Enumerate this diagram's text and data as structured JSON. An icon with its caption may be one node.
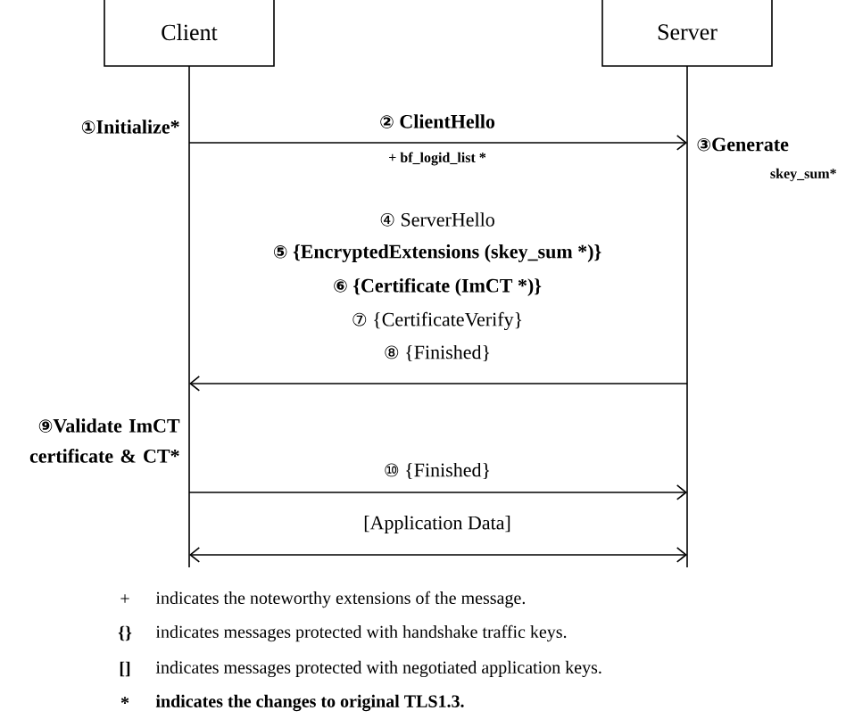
{
  "diagram": {
    "nodes": [
      {
        "text": [
          "Client"
        ]
      },
      {
        "text": [
          "Server"
        ]
      }
    ],
    "edges": [
      {
        "from": 0,
        "to": 1,
        "arrow": "to",
        "label": "② ClientHello"
      },
      {
        "from": 1,
        "to": 0,
        "arrow": "to"
      },
      {
        "from": 0,
        "to": 1,
        "arrow": "to",
        "label": "⑩ {Finished}"
      },
      {
        "from": 0,
        "to": 1,
        "arrow": "both",
        "label": "[Application Data]"
      }
    ],
    "labels": [
      "①Initialize*",
      "+ bf_logid_list *",
      "③Generate",
      "skey_sum*",
      "④ ServerHello",
      "⑤ {EncryptedExtensions (skey_sum *)}",
      "⑥ {Certificate (ImCT *)}",
      "⑦ {CertificateVerify}",
      "⑧ {Finished}",
      "⑨Validate ImCT certificate & CT*",
      "+",
      "indicates the noteworthy extensions of the message.",
      "{}",
      "indicates messages protected with handshake traffic keys.",
      "[]",
      "indicates messages protected with negotiated application keys.",
      "*",
      "indicates the changes to original TLS1.3."
    ]
  }
}
